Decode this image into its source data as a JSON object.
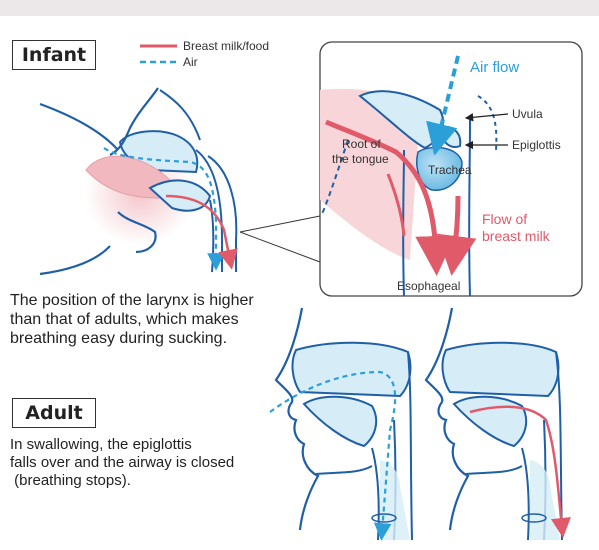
{
  "infant": {
    "title": "Infant",
    "caption_lines": [
      "The position of the larynx is higher",
      "than that of adults, which makes",
      "breathing easy during sucking."
    ]
  },
  "legend": {
    "milk": "Breast milk/food",
    "air": "Air"
  },
  "detail": {
    "air_flow": "Air flow",
    "uvula": "Uvula",
    "epiglottis": "Epiglottis",
    "root_line1": "Root of",
    "root_line2": "the tongue",
    "trachea": "Trachea",
    "flow_line1": "Flow of",
    "flow_line2": "breast milk",
    "esophageal": "Esophageal"
  },
  "adult": {
    "title": "Adult",
    "caption_lines": [
      "In swallowing, the epiglottis",
      "falls over and the airway is closed",
      " (breathing stops)."
    ]
  },
  "colors": {
    "outline": "#1f5fa8",
    "air": "#2a9fd8",
    "milk": "#e05a6a",
    "fill": "#d6edf8",
    "pink": "#f7d5d8"
  }
}
